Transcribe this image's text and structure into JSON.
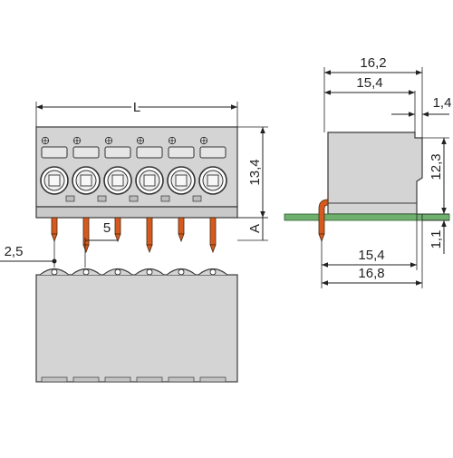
{
  "dimensions": {
    "length": "L",
    "height_front": "13,4",
    "offset_a": "A",
    "pitch_offset": "2,5",
    "pitch": "5",
    "side_overall_width": "16,2",
    "side_body_width": "15,4",
    "side_tab": "1,4",
    "side_height": "12,3",
    "pin_below": "1,1",
    "side_bottom_width": "15,4",
    "side_total_depth": "16,8"
  },
  "colors": {
    "housing": "#d4d4d4",
    "pin": "#d65a1f",
    "pcb": "#6fb06f",
    "outline": "#3a3a3a"
  }
}
